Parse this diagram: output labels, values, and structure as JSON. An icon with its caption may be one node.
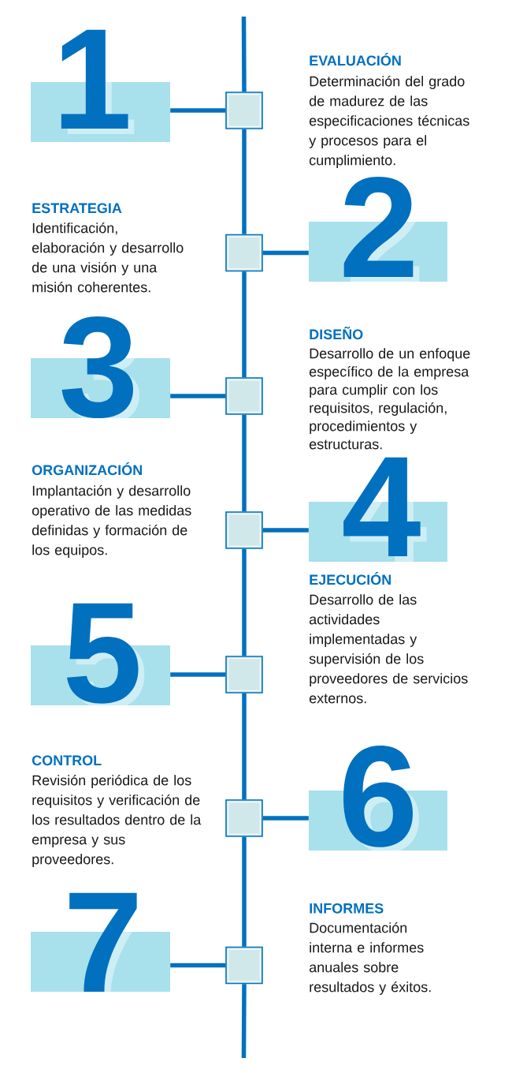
{
  "diagram": {
    "nodes": [
      {
        "text": [
          "1"
        ]
      },
      {
        "text": [],
        "shape": "box",
        "beside": [
          "EVALUACIÓN",
          "Determinación del grado de madurez de las especificaciones técnicas y procesos para el cumplimiento."
        ]
      },
      {
        "text": [],
        "shape": "box",
        "beside": [
          "ESTRATEGIA",
          "Identificación, elaboración y desarrollo de una visión y una misión coherentes."
        ]
      },
      {
        "text": [
          "2"
        ]
      },
      {
        "text": [
          "3"
        ]
      },
      {
        "text": [],
        "shape": "box",
        "beside": [
          "DISEÑO",
          "Desarrollo de un enfoque específico de la empresa para cumplir con los requisitos, regulación, procedimientos y estructuras."
        ]
      },
      {
        "text": [],
        "shape": "box",
        "beside": [
          "ORGANIZACIÓN",
          "Implantación y desarrollo operativo de las medidas definidas y formación de los equipos."
        ]
      },
      {
        "text": [
          "4"
        ]
      },
      {
        "text": [
          "5"
        ]
      },
      {
        "text": [],
        "shape": "box",
        "beside": [
          "EJECUCIÓN",
          "Desarrollo de las actividades implementadas y supervisión de los proveedores de servicios externos."
        ]
      },
      {
        "text": [],
        "shape": "box",
        "beside": [
          "CONTROL",
          "Revisión periódica de los requisitos y verificación de los resultados dentro de la empresa y sus proveedores."
        ]
      },
      {
        "text": [
          "6"
        ]
      },
      {
        "text": [
          "7"
        ]
      },
      {
        "text": [],
        "shape": "box",
        "beside": [
          "INFORMES",
          "Documentación interna e informes anuales sobre resultados y éxitos."
        ]
      }
    ],
    "edges": [
      {
        "from": null,
        "to": 1,
        "arrow": "none"
      },
      {
        "from": 1,
        "to": 0,
        "arrow": "none"
      },
      {
        "from": 1,
        "to": 2,
        "arrow": "none"
      },
      {
        "from": 2,
        "to": 3,
        "arrow": "none"
      },
      {
        "from": 2,
        "to": 5,
        "arrow": "none"
      },
      {
        "from": 5,
        "to": 4,
        "arrow": "none"
      },
      {
        "from": 5,
        "to": 6,
        "arrow": "none"
      },
      {
        "from": 6,
        "to": 7,
        "arrow": "none"
      },
      {
        "from": 6,
        "to": 9,
        "arrow": "none"
      },
      {
        "from": 9,
        "to": 8,
        "arrow": "none"
      },
      {
        "from": 9,
        "to": 10,
        "arrow": "none"
      },
      {
        "from": 10,
        "to": 11,
        "arrow": "none"
      },
      {
        "from": 10,
        "to": 13,
        "arrow": "none"
      },
      {
        "from": 13,
        "to": 12,
        "arrow": "none"
      },
      {
        "from": 13,
        "to": null,
        "arrow": "none"
      }
    ]
  }
}
